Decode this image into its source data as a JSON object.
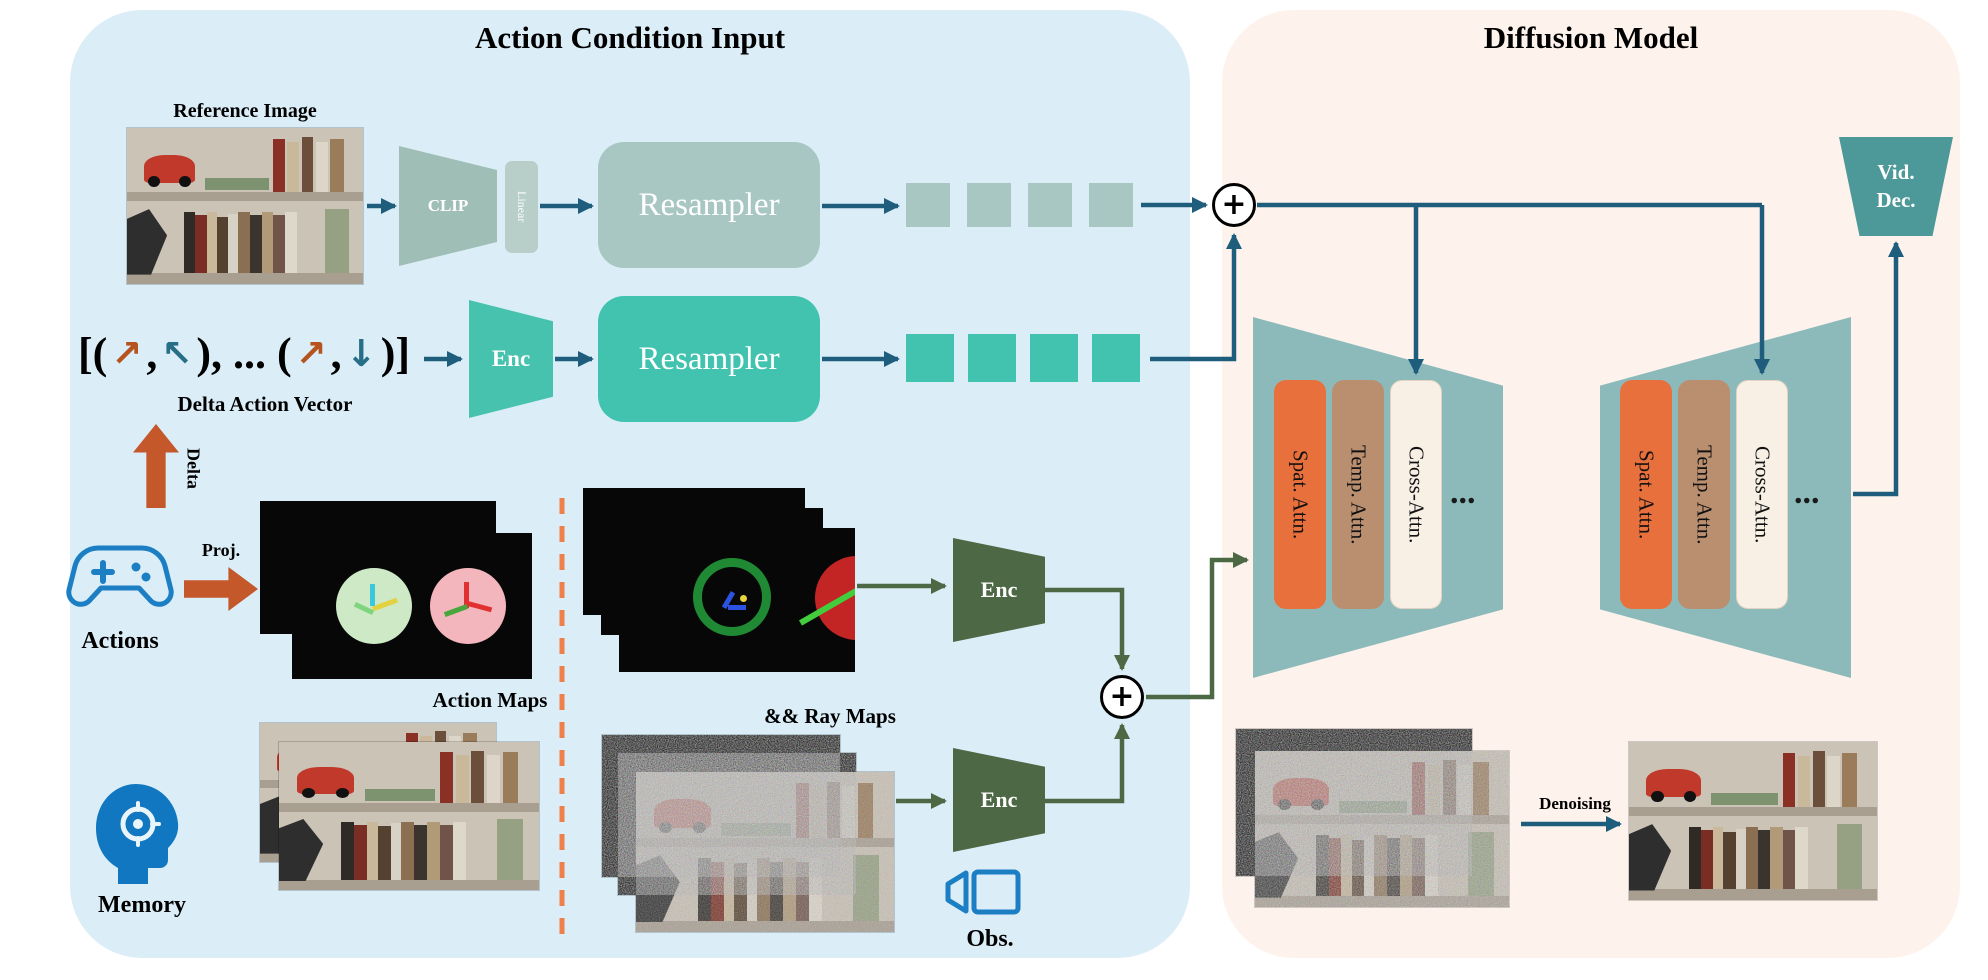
{
  "left_panel": {
    "title": "Action Condition Input",
    "reference_image_label": "Reference Image",
    "clip_label": "CLIP",
    "linear_label": "Linear",
    "resampler_top_label": "Resampler",
    "resampler_bottom_label": "Resampler",
    "enc_action_label": "Enc",
    "enc_maps_label": "Enc",
    "enc_obs_label": "Enc",
    "delta_vector": {
      "open": "[(",
      "arrow1": "↗",
      "comma1": ",",
      "arrow2": "↖",
      "mid": "), ... (",
      "arrow3": "↗",
      "comma2": ",",
      "arrow4": "↓",
      "close": ")]"
    },
    "delta_vector_label": "Delta Action Vector",
    "delta_arrow_label": "Delta",
    "proj_label": "Proj.",
    "actions_label": "Actions",
    "action_maps_label": "Action Maps",
    "ray_maps_label": "&& Ray Maps",
    "memory_label": "Memory",
    "obs_label": "Obs."
  },
  "right_panel": {
    "title": "Diffusion Model",
    "unet_blocks": [
      {
        "bars": [
          "Spat. Attn.",
          "Temp. Attn.",
          "Cross-Attn."
        ],
        "ellipsis": "..."
      },
      {
        "bars": [
          "Spat. Attn.",
          "Temp. Attn.",
          "Cross-Attn."
        ],
        "ellipsis": "..."
      }
    ],
    "vid_dec_line1": "Vid.",
    "vid_dec_line2": "Dec.",
    "denoising_label": "Denoising"
  },
  "symbols": {
    "plus": "+"
  },
  "colors": {
    "left_panel_bg": "#dbeef8",
    "right_panel_bg": "#fdf3ec",
    "teal": "#42c3b0",
    "gray_teal": "#a8c7c2",
    "dark_blue_arrow": "#1f5d7d",
    "dark_green": "#4c6844",
    "orange": "#c4582a",
    "unet_teal": "#8cbabb",
    "spat_attn": "#e8703c",
    "temp_attn": "#b98f70",
    "cross_attn": "#f8efe5"
  }
}
